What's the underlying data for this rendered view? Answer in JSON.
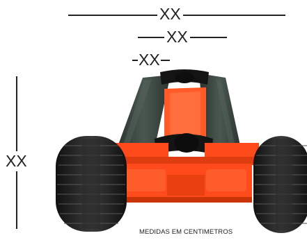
{
  "dimensions": {
    "overall_width": "XX",
    "belt_width": "XX",
    "inner_gap": "XX",
    "height": "XX"
  },
  "caption": "MEDIDAS EM CENTIMETROS",
  "colors": {
    "body_orange": "#ff4a1c",
    "belt_dark": "#3e4a44",
    "tire_black": "#1c1c1c"
  }
}
